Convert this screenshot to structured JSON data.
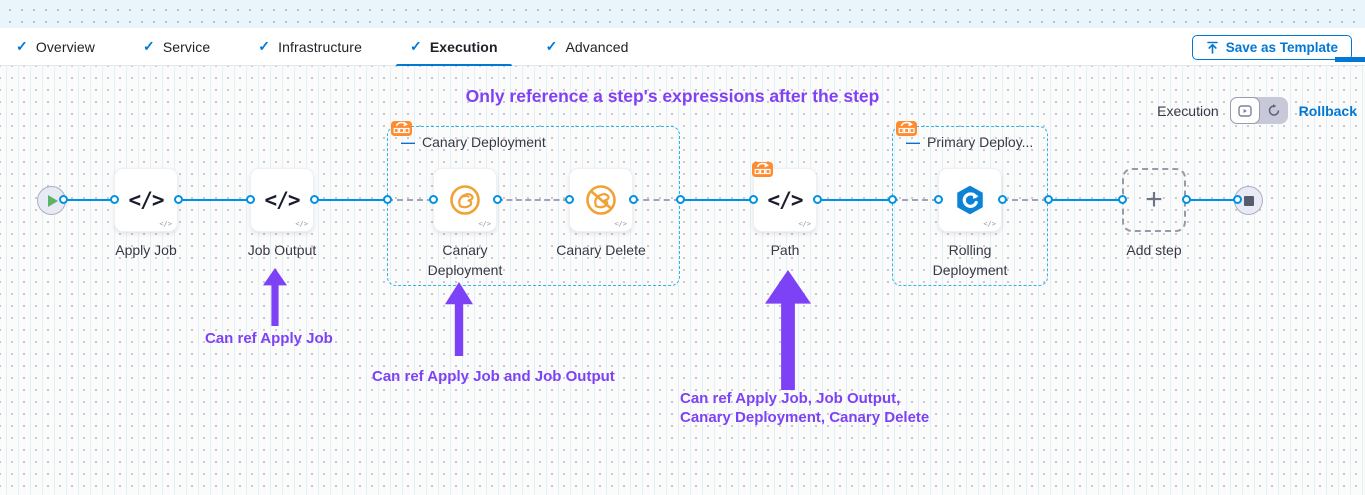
{
  "header": {
    "tabs": [
      {
        "label": "Overview"
      },
      {
        "label": "Service"
      },
      {
        "label": "Infrastructure"
      },
      {
        "label": "Execution"
      },
      {
        "label": "Advanced"
      }
    ],
    "save_as_template": "Save as Template"
  },
  "canvas": {
    "heading": "Only reference a step's expressions after the step",
    "mode": {
      "label": "Execution",
      "rollback": "Rollback"
    },
    "groups": [
      {
        "title": "Canary Deployment"
      },
      {
        "title": "Primary Deploy..."
      }
    ],
    "steps": [
      {
        "label": "Apply Job"
      },
      {
        "label": "Job Output"
      },
      {
        "label": "Canary Deployment"
      },
      {
        "label": "Canary Delete"
      },
      {
        "label": "Path"
      },
      {
        "label": "Rolling Deployment"
      }
    ],
    "add_step_label": "Add step",
    "annotations": [
      {
        "text": "Can ref Apply Job"
      },
      {
        "text": "Can ref Apply Job and Job Output"
      },
      {
        "line1": "Can ref Apply Job, Job Output,",
        "line2": "Canary Deployment, Canary Delete"
      }
    ]
  },
  "icons": {
    "check": "✓",
    "code": "</>",
    "minus": "—",
    "plus": "+"
  },
  "colors": {
    "accent_blue": "#0278d5",
    "connector_blue": "#0092e4",
    "group_border": "#2db6e4",
    "purple": "#7d42f5",
    "heading_purple": "#8240f5",
    "badge_orange": "#ff8b2e",
    "canary_orange": "#f0a236",
    "rolling_blue": "#0b84d8"
  }
}
